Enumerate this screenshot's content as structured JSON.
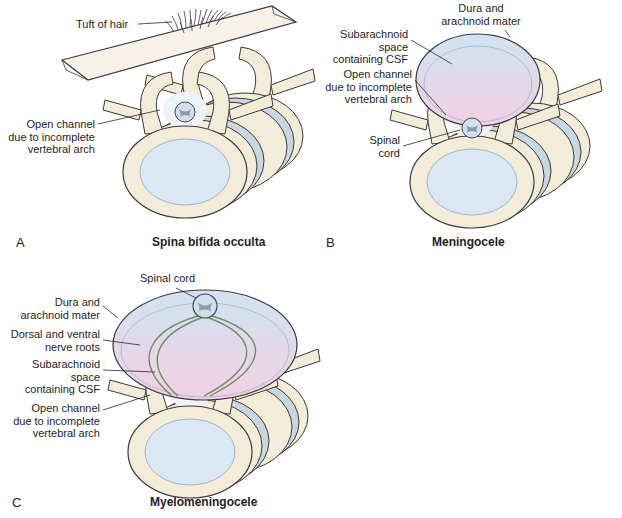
{
  "diagram": {
    "labels": [
      "Tuft of hair",
      "Open channel due to incomplete vertebral arch",
      "Dura and arachnoid mater",
      "Subarachnoid space containing CSF",
      "Open channel due to incomplete vertebral arch",
      "Spinal cord",
      "A",
      "Spina bifida occulta",
      "B",
      "Meningocele",
      "Spinal cord",
      "Dura and arachnoid mater",
      "Dorsal and ventral nerve roots",
      "Subarachnoid space containing CSF",
      "Open channel due to incomplete vertebral arch",
      "C",
      "Myelomeningocele"
    ]
  }
}
